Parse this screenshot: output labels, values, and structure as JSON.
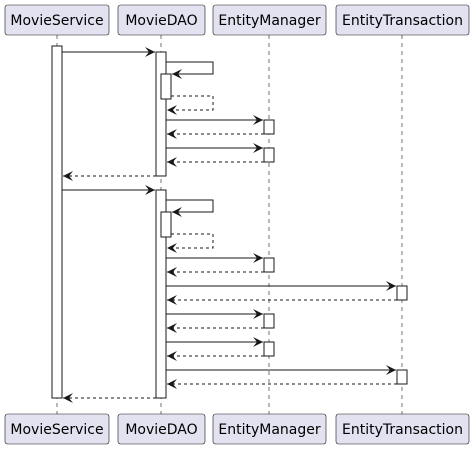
{
  "participants": [
    {
      "id": "movie-service",
      "label": "MovieService"
    },
    {
      "id": "movie-dao",
      "label": "MovieDAO"
    },
    {
      "id": "entity-manager",
      "label": "EntityManager"
    },
    {
      "id": "entity-transaction",
      "label": "EntityTransaction"
    }
  ],
  "colors": {
    "participant_fill": "#e2e2f0",
    "line": "#181818",
    "activation_fill": "#ffffff",
    "background": "#ffffff"
  }
}
